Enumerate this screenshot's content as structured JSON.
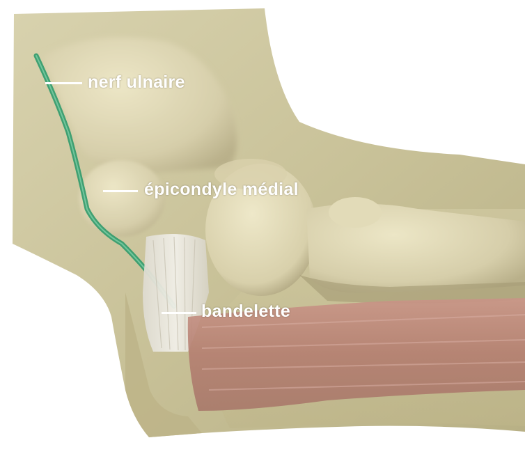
{
  "labels": {
    "ulnar_nerve": "nerf ulnaire",
    "medial_epicondyle": "épicondyle médial",
    "ligament_band": "bandelette"
  },
  "colors": {
    "skin": "#cdc69e",
    "bone": "#e2dbb4",
    "nerve": "#3aa577",
    "muscle": "#b7857a",
    "ligament": "#e6e4da",
    "label_text": "#ffffff"
  },
  "icons": {
    "figure": "elbow-anatomy-illustration"
  }
}
